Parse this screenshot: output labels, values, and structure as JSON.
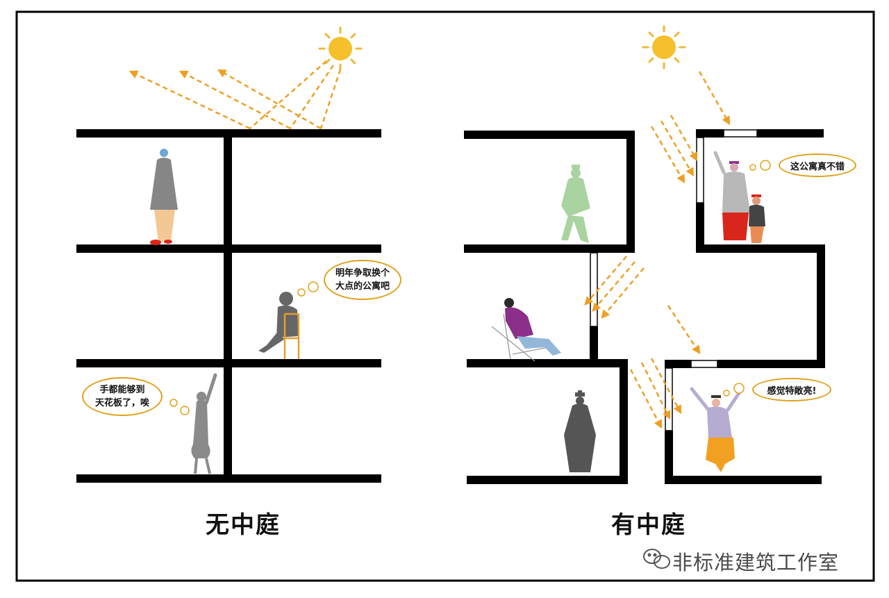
{
  "captions": {
    "left": "无中庭",
    "right": "有中庭"
  },
  "bubbles": {
    "left_middle": {
      "line1": "明年争取换个",
      "line2": "大点的公寓吧"
    },
    "left_bottom": {
      "line1": "手都能够到",
      "line2": "天花板了，唉"
    },
    "right_top": "这公寓真不错",
    "right_bottom": "感觉特敞亮!"
  },
  "watermark": {
    "text": "非标准建筑工作室",
    "icon": "wechat-icon"
  },
  "colors": {
    "wall": "#000000",
    "sun": "#f5c02c",
    "sunray": "#f0b73a",
    "arrow": "#ee9f23",
    "bubble_border": "#e0a11b",
    "frame": "#000000",
    "figure_gray": "#868686",
    "figure_green": "#a9d3a0",
    "figure_purple": "#8b2f8a",
    "figure_red": "#d9261c",
    "figure_orange": "#f2a022"
  }
}
